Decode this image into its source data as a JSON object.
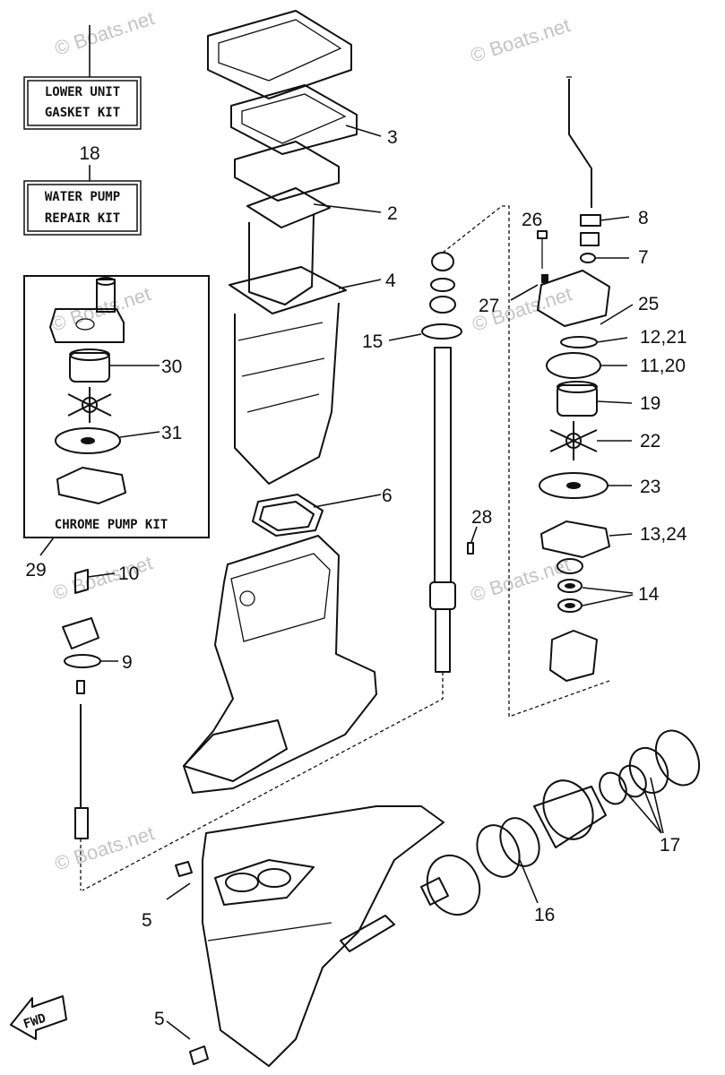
{
  "watermark": "© Boats.net",
  "kits": {
    "lower_unit_line1": "LOWER UNIT",
    "lower_unit_line2": "GASKET KIT",
    "water_pump_number": "18",
    "water_pump_line1": "WATER PUMP",
    "water_pump_line2": "REPAIR KIT",
    "chrome_pump": "CHROME PUMP KIT",
    "chrome_pump_number": "29"
  },
  "callouts": {
    "c1": "3",
    "c2": "2",
    "c3": "4",
    "c4": "6",
    "c5": "15",
    "c6": "26",
    "c7": "8",
    "c8": "7",
    "c9": "27",
    "c10": "25",
    "c11": "12,21",
    "c12": "11,20",
    "c13": "19",
    "c14": "22",
    "c15": "23",
    "c16": "13,24",
    "c17": "28",
    "c18": "14",
    "c19": "30",
    "c20": "31",
    "c21": "10",
    "c22": "9",
    "c23": "17",
    "c24": "16",
    "c25": "5",
    "c26": "5"
  },
  "fwd": "FWD"
}
